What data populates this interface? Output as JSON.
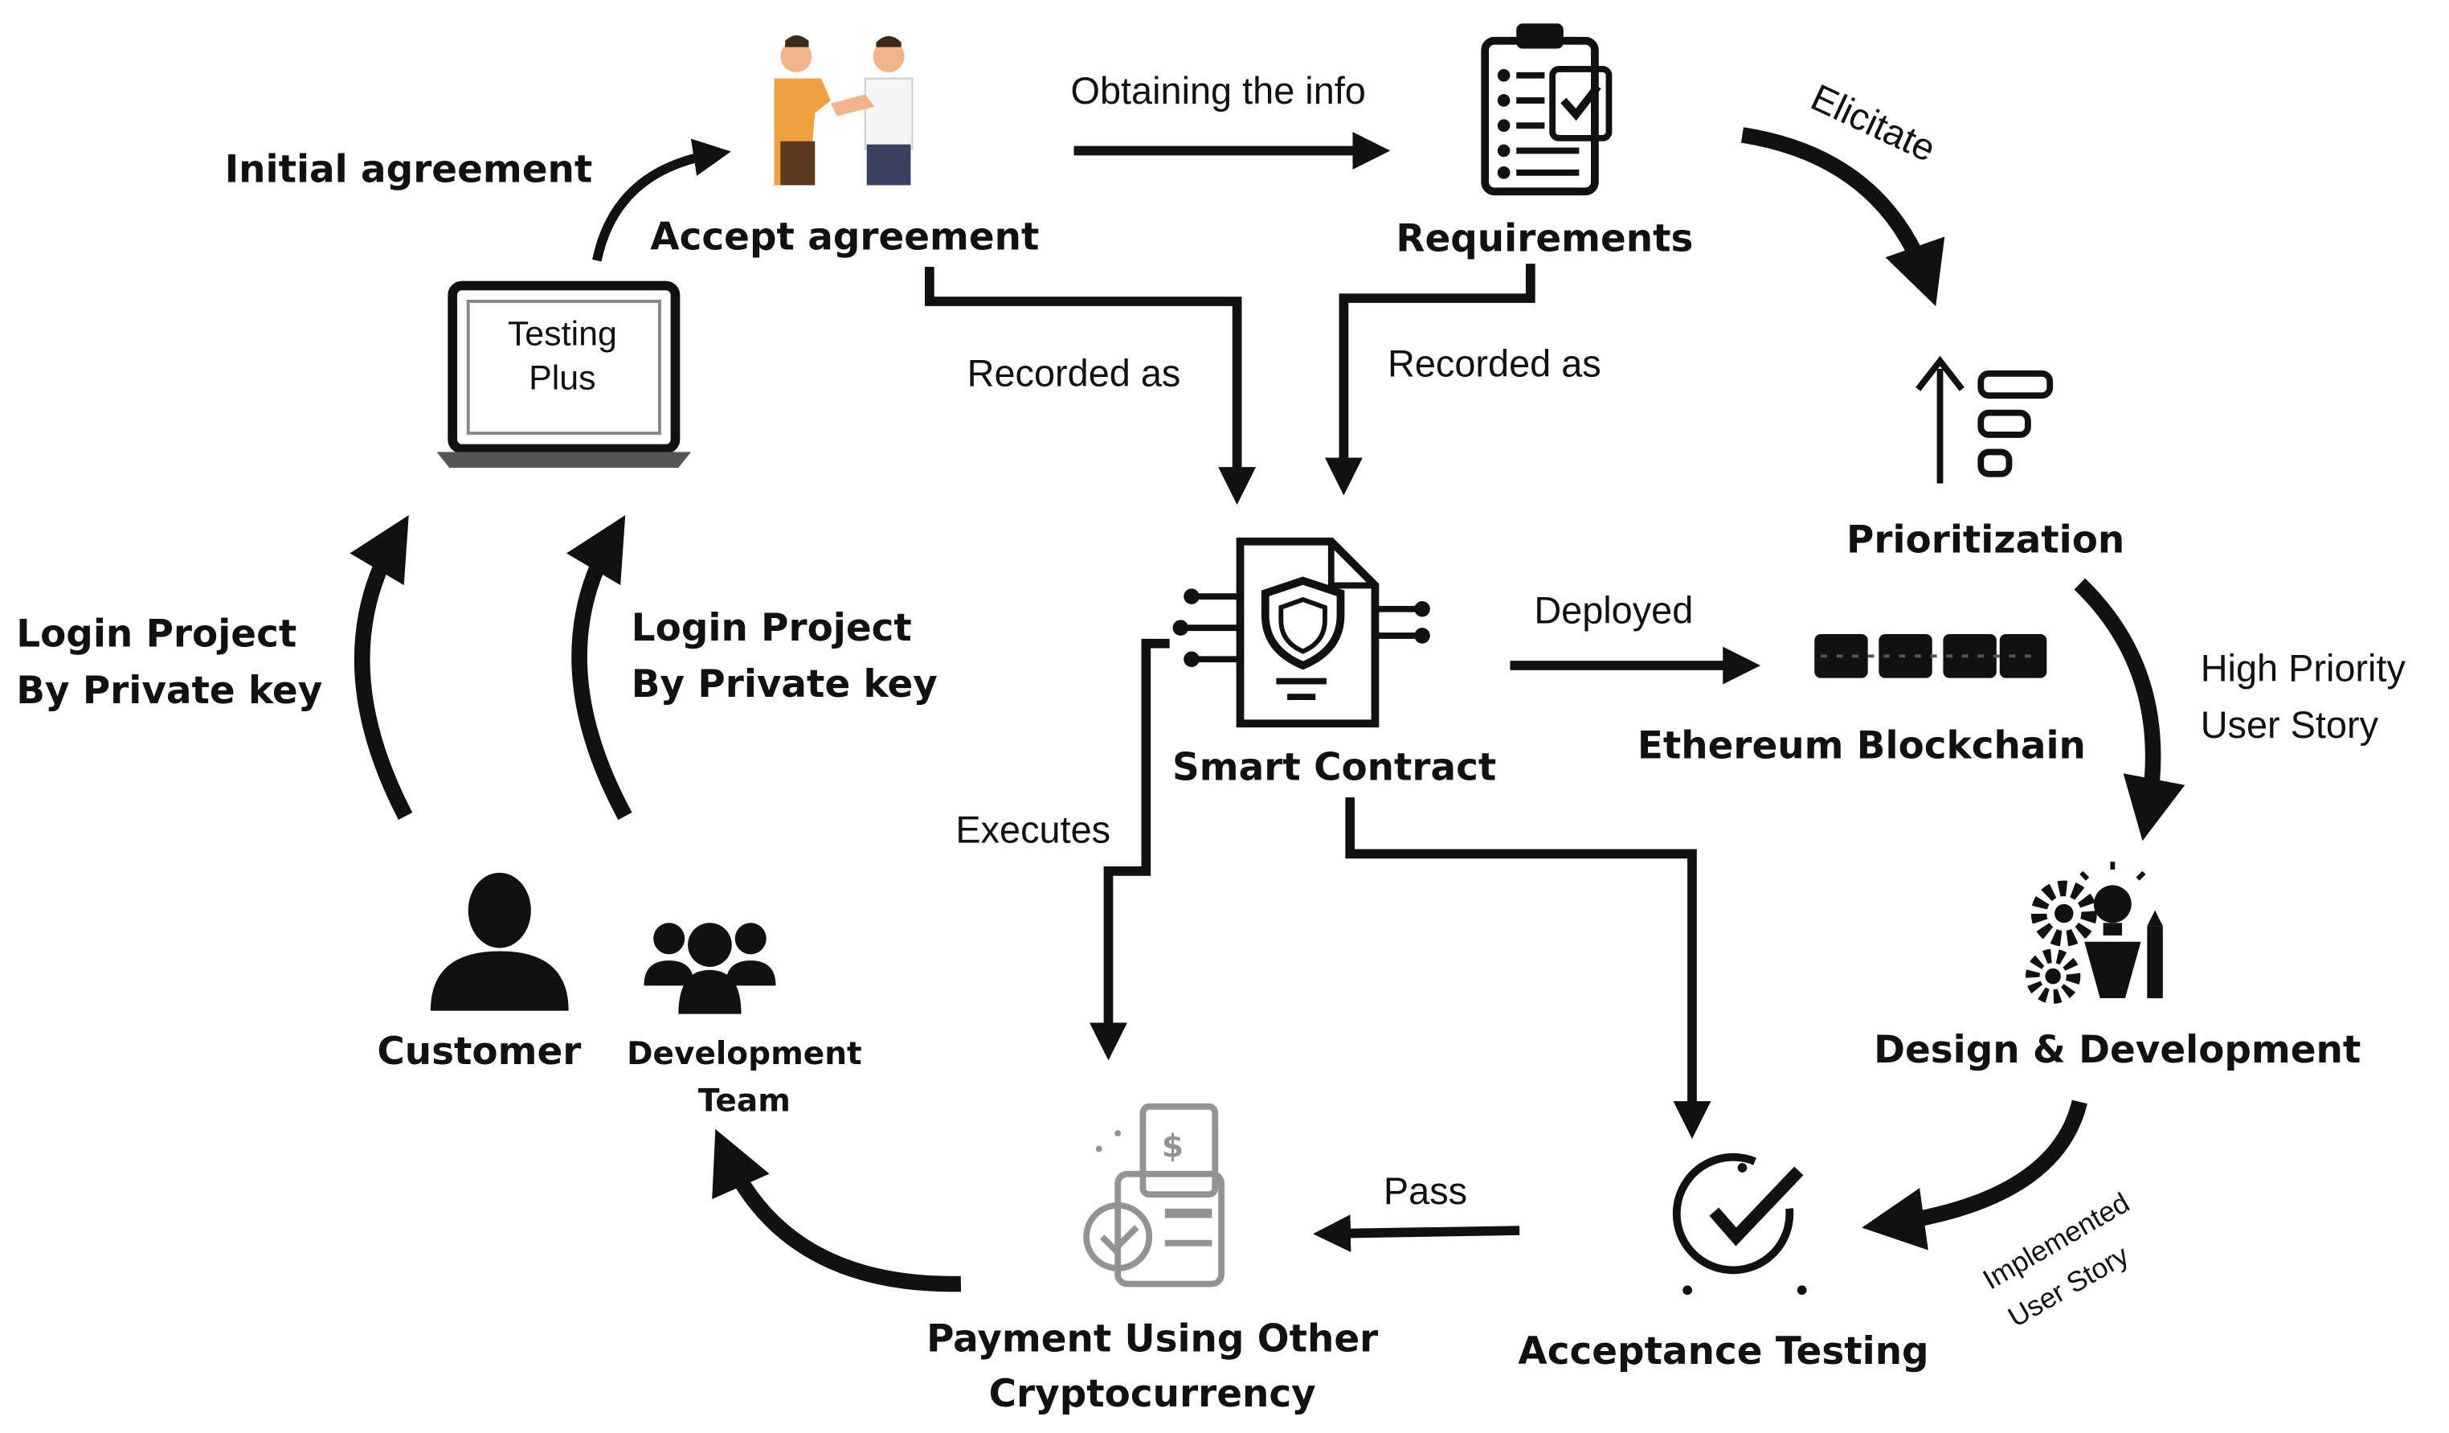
{
  "nodes": {
    "initial_agreement": "Initial agreement",
    "accept_agreement": "Accept agreement",
    "requirements": "Requirements",
    "prioritization": "Prioritization",
    "smart_contract": "Smart Contract",
    "ethereum_blockchain": "Ethereum Blockchain",
    "design_development": "Design & Development",
    "acceptance_testing": "Acceptance Testing",
    "payment_line1": "Payment Using Other",
    "payment_line2": "Cryptocurrency",
    "customer": "Customer",
    "dev_team_line1": "Development",
    "dev_team_line2": "Team",
    "login_left_line1": "Login Project",
    "login_left_line2": "By Private key",
    "login_right_line1": "Login Project",
    "login_right_line2": "By Private key"
  },
  "laptop_screen": {
    "line1": "Testing",
    "line2": "Plus"
  },
  "edges": {
    "obtaining_info": "Obtaining the info",
    "elicitate": "Elicitate",
    "recorded_as_left": "Recorded as",
    "recorded_as_right": "Recorded as",
    "deployed": "Deployed",
    "high_priority_line1": "High Priority",
    "high_priority_line2": "User Story",
    "implemented_line1": "Implemented",
    "implemented_line2": "User Story",
    "executes": "Executes",
    "pass": "Pass"
  },
  "icons": [
    "handshake-icon",
    "checklist-clipboard-icon",
    "priority-list-icon",
    "smart-contract-shield-icon",
    "blockchain-blocks-icon",
    "gears-lightbulb-icon",
    "check-badge-icon",
    "payment-receipt-icon",
    "laptop-icon",
    "customer-person-icon",
    "team-group-icon"
  ],
  "colors": {
    "ink": "#111111",
    "background": "#ffffff",
    "skin": "#f2b58a",
    "orange_shirt": "#f0a040",
    "navy": "#3a4060"
  }
}
